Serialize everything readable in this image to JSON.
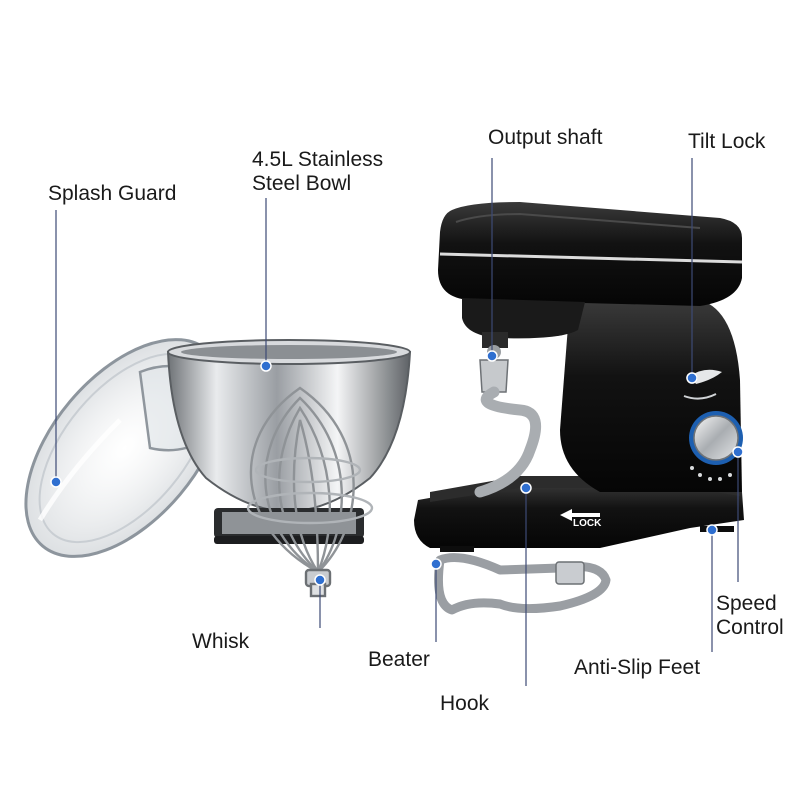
{
  "labels": {
    "splash_guard": "Splash Guard",
    "bowl_line1": "4.5L Stainless",
    "bowl_line2": "Steel Bowl",
    "output_shaft": "Output shaft",
    "tilt_lock": "Tilt Lock",
    "whisk": "Whisk",
    "beater": "Beater",
    "hook": "Hook",
    "speed_line1": "Speed",
    "speed_line2": "Control",
    "anti_slip": "Anti-Slip Feet",
    "lock_mark": "LOCK"
  },
  "colors": {
    "leader_line": "#3d4a75",
    "leader_dot": "#2f6fd0",
    "mixer_body": "#111111",
    "steel": "#c7c9cc"
  }
}
